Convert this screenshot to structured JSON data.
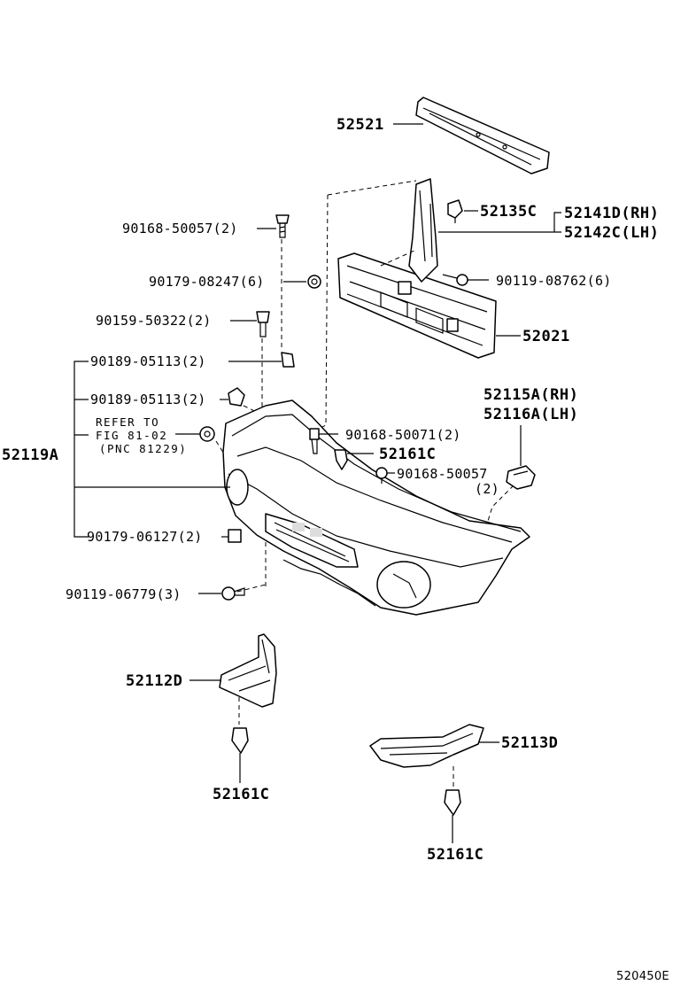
{
  "diagram_code": "520450E",
  "parts": {
    "p52521": "52521",
    "p52135c": "52135C",
    "p52141d": "52141D(RH)",
    "p52142c": "52142C(LH)",
    "p90168_50057_top": "90168-50057(2)",
    "p90179_08247": "90179-08247(6)",
    "p90119_08762": "90119-08762(6)",
    "p90159_50322": "90159-50322(2)",
    "p52021": "52021",
    "p90189_05113_a": "90189-05113(2)",
    "p90189_05113_b": "90189-05113(2)",
    "p52115a": "52115A(RH)",
    "p52116a": "52116A(LH)",
    "refer_line1": "REFER TO",
    "refer_line2": "FIG 81-02",
    "refer_line3": "(PNC 81229)",
    "p52119a": "52119A",
    "p90168_50071": "90168-50071(2)",
    "p52161c_mid": "52161C",
    "p90168_50057_mid": "90168-50057",
    "p90168_50057_mid_qty": "(2)",
    "p90179_06127": "90179-06127(2)",
    "p90119_06779": "90119-06779(3)",
    "p52112d": "52112D",
    "p52161c_left": "52161C",
    "p52113d": "52113D",
    "p52161c_bottom": "52161C"
  }
}
